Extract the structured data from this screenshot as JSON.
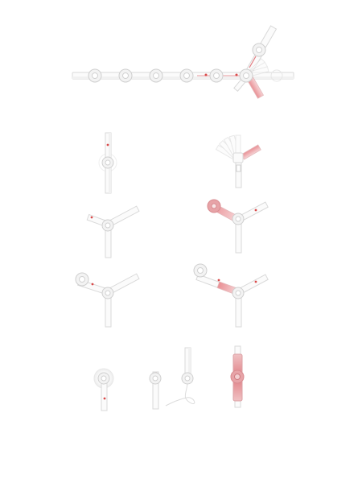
{
  "colors": {
    "background": "#ffffff",
    "rod": "#fbfbfb",
    "outline": "#d9d9d9",
    "accent": "#d94a4a",
    "accent_soft": "#e7a3a7"
  },
  "figure": {
    "panels": [
      {
        "name": "folding-chain-sequence"
      },
      {
        "name": "joint-single-rod"
      },
      {
        "name": "joint-fan-motion"
      },
      {
        "name": "joint-y-branch"
      },
      {
        "name": "joint-y-branch-red-arm"
      },
      {
        "name": "joint-y-branch-with-ring"
      },
      {
        "name": "joint-y-branch-red-slider"
      },
      {
        "name": "joint-ring-with-halo"
      },
      {
        "name": "joint-pair-with-cable"
      },
      {
        "name": "joint-red-sleeve"
      }
    ]
  }
}
